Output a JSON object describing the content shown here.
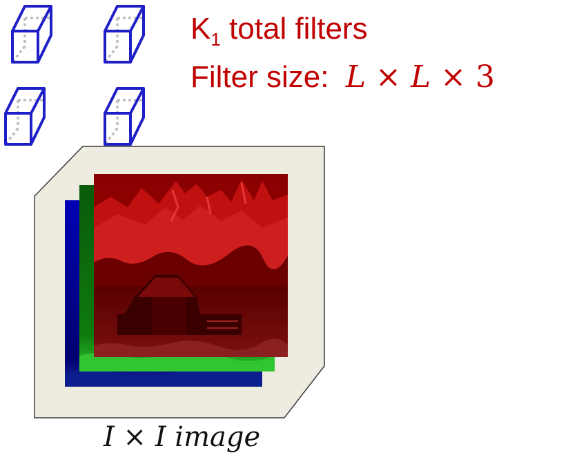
{
  "colors": {
    "label_text": "#c00000",
    "filter_stroke": "#1f1fc8",
    "filter_hidden_edge": "#bdbdbd",
    "volume_fill": "#eeece1",
    "volume_stroke": "#3a3a3a",
    "red_channel": "#b30000",
    "green_channel": "#00b000",
    "blue_channel": "#0000c8",
    "caption_text": "#111111"
  },
  "filters": {
    "count_shown": 4,
    "icon": "wireframe-cube-icon"
  },
  "label_lines": {
    "k_main": "K",
    "k_subscript": "1",
    "k_rest": " total filters",
    "size_prefix": "Filter size:  ",
    "size_var_a": "L",
    "size_times_1": " × ",
    "size_var_b": "L",
    "size_times_2": " × ",
    "size_depth": "3"
  },
  "image_stack": {
    "channels": [
      "blue",
      "green",
      "red"
    ],
    "scene": "mountain-barn-photo"
  },
  "caption": {
    "var_a": "I",
    "times": " × ",
    "var_b": "I",
    "word": " image"
  }
}
